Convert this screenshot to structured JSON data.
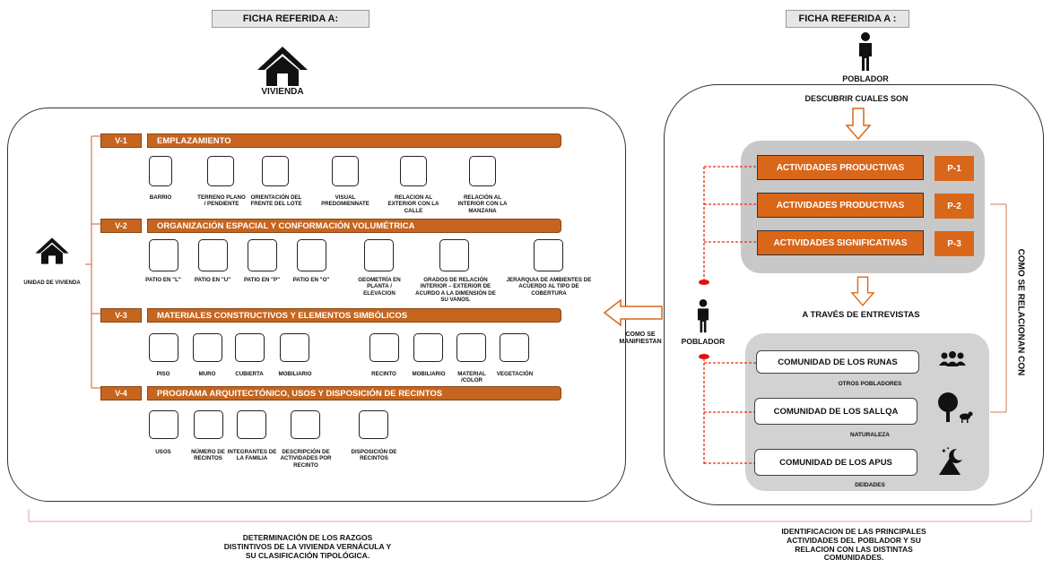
{
  "left": {
    "header": "FICHA REFERIDA A:",
    "title": "VIVIENDA",
    "unit_label": "UNIDAD DE VIVIENDA",
    "sections": [
      {
        "tag": "V-1",
        "title": "EMPLAZAMIENTO",
        "items": [
          "BARRIO",
          "TERRENO PLANO / PENDIENTE",
          "ORIENTACIÓN DEL FRENTE DEL LOTE",
          "VISUAL PREDOMIENNATE",
          "RELACION AL EXTERIOR CON LA CALLE",
          "RELACIÓN AL INTERIOR CON LA MANZANA"
        ]
      },
      {
        "tag": "V-2",
        "title": "ORGANIZACIÓN ESPACIAL Y CONFORMACIÓN VOLUMÉTRICA",
        "items": [
          "PATIO EN \"L\"",
          "PATIO EN \"U\"",
          "PATIO EN \"P\"",
          "PATIO EN \"O\"",
          "GEOMETRÍA EN PLANTA / ELEVACION",
          "GRADOS DE RELACIÓN INTERIOR – EXTERIOR DE ACURDO A LA DIMENSIÓN DE SU VANOS.",
          "JERARQUIA DE AMBIENTES DE ACUERDO AL TIPO DE COBERTURA"
        ]
      },
      {
        "tag": "V-3",
        "title": "MATERIALES CONSTRUCTIVOS Y ELEMENTOS SIMBÓLICOS",
        "items": [
          "PISO",
          "MURO",
          "CUBIERTA",
          "MOBILIARIO",
          "RECINTO",
          "MOBILIARIO",
          "MATERIAL /COLOR",
          "VEGETACIÓN"
        ]
      },
      {
        "tag": "V-4",
        "title": "PROGRAMA ARQUITECTÓNICO, USOS Y DISPOSICIÓN DE RECINTOS",
        "items": [
          "USOS",
          "NÚMERO DE RECINTOS",
          "INTEGRANTES DE LA FAMILIA",
          "DESCRIPCIÓN DE ACTIVIDADES POR RECINTO",
          "DISPOSICIÓN DE RECINTOS"
        ]
      }
    ],
    "footer": "DETERMINACIÓN DE LOS RAZGOS DISTINTIVOS DE LA VIVIENDA VERNÁCULA Y SU CLASIFICACIÓN TIPOLÓGICA."
  },
  "middle": {
    "arrow_label": "COMO SE MANIFIESTAN"
  },
  "right": {
    "header": "FICHA REFERIDA A :",
    "title": "POBLADOR",
    "discover": "DESCUBRIR CUALES SON",
    "activities": [
      {
        "label": "ACTIVIDADES PRODUCTIVAS",
        "code": "P-1"
      },
      {
        "label": "ACTIVIDADES PRODUCTIVAS",
        "code": "P-2"
      },
      {
        "label": "ACTIVIDADES SIGNIFICATIVAS",
        "code": "P-3"
      }
    ],
    "interviews": "A TRAVÉS DE ENTREVISTAS",
    "poblador_label": "POBLADOR",
    "communities": [
      {
        "name": "COMUNIDAD DE LOS RUNAS",
        "caption": "OTROS POBLADORES",
        "icon": "people-icon"
      },
      {
        "name": "COMUNIDAD DE LOS SALLQA",
        "caption": "NATURALEZA",
        "icon": "tree-animal-icon"
      },
      {
        "name": "COMUNIDAD DE LOS APUS",
        "caption": "DEIDADES",
        "icon": "mountain-sun-icon"
      }
    ],
    "side_label": "COMO SE RELACIONAN CON",
    "footer": "IDENTIFICACION DE LAS PRINCIPALES ACTIVIDADES DEL POBLADOR Y SU RELACION CON LAS DISTINTAS COMUNIDADES."
  },
  "colors": {
    "orange": "#c5651f",
    "orange_bright": "#d9671a",
    "red_dashed": "#e03010",
    "gray_panel": "#c8c8c8"
  }
}
